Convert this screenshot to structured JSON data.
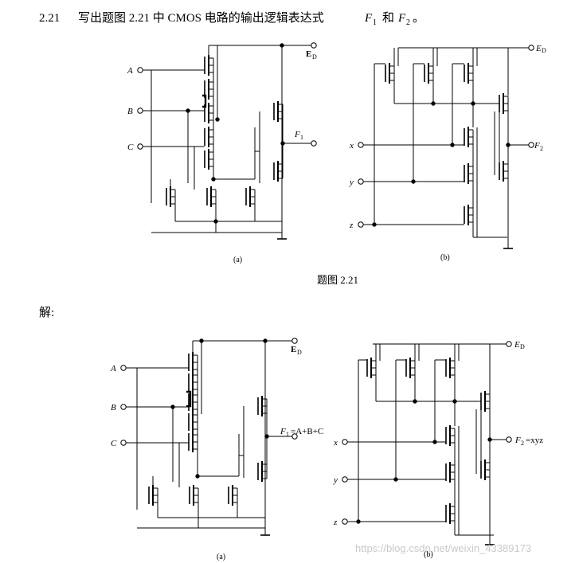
{
  "problem": {
    "number": "2.21",
    "text": "写出题图 2.21 中 CMOS 电路的输出逻辑表达式",
    "f1": "F",
    "f1_sub": "1",
    "conj": "和",
    "f2": "F",
    "f2_sub": "2",
    "end": "。"
  },
  "figure_caption": "题图 2.21",
  "solution_label": "解:",
  "circuit_a": {
    "inputs": [
      "A",
      "B",
      "C"
    ],
    "supply": "E",
    "supply_sub": "D",
    "output": "F",
    "output_sub": "1",
    "label": "(a)",
    "solution_output_text": "=A+B+C"
  },
  "circuit_b": {
    "inputs": [
      "x",
      "y",
      "z"
    ],
    "supply": "E",
    "supply_sub": "D",
    "output": "F",
    "output_sub": "2",
    "label": "(b)",
    "solution_output_text": "=xyz"
  },
  "watermark": "https://blog.csdn.net/weixin_43389173"
}
